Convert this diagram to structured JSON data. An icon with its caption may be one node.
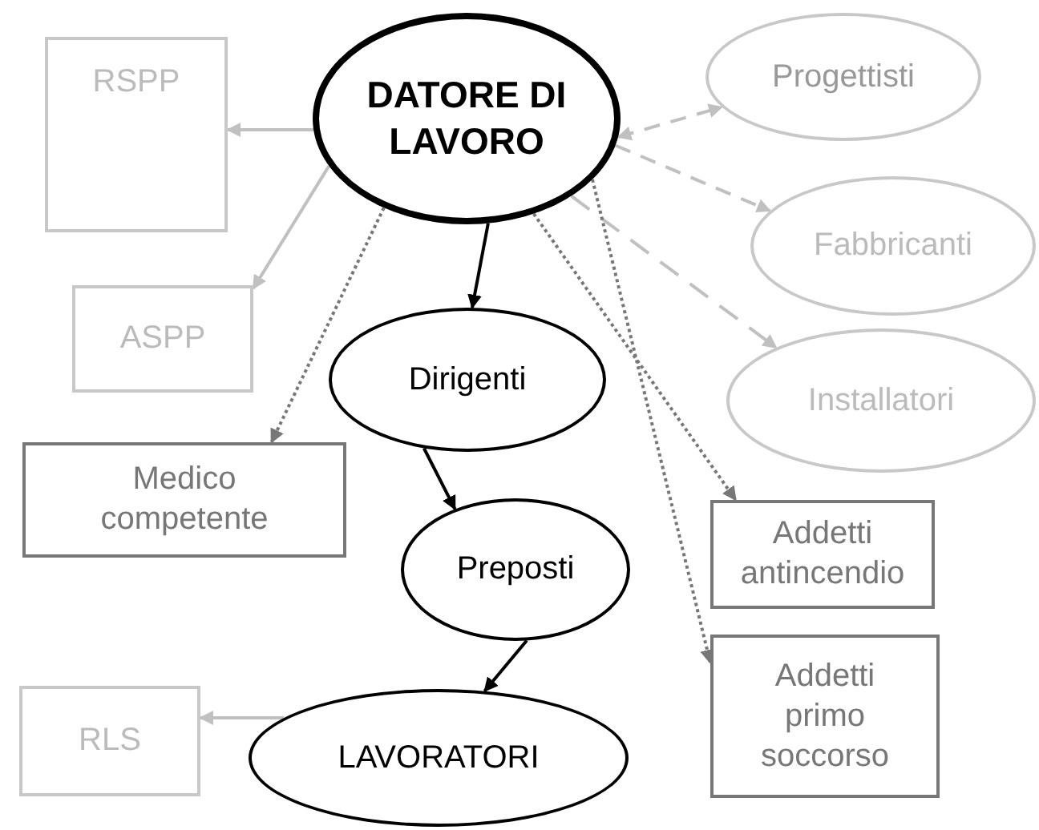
{
  "diagram": {
    "nodes": [
      {
        "text": [
          "DATORE DI LAVORO"
        ]
      },
      {
        "text": [
          "RSPP"
        ]
      },
      {
        "text": [
          "ASPP"
        ]
      },
      {
        "text": [
          "Progettisti"
        ]
      },
      {
        "text": [
          "Fabbricanti"
        ]
      },
      {
        "text": [
          "Installatori"
        ]
      },
      {
        "text": [
          "Dirigenti"
        ]
      },
      {
        "text": [
          "Medico competente"
        ]
      },
      {
        "text": [
          "Preposti"
        ]
      },
      {
        "text": [
          "Addetti antincendio"
        ]
      },
      {
        "text": [
          "Addetti primo soccorso"
        ]
      },
      {
        "text": [
          "RLS"
        ]
      },
      {
        "text": [
          "LAVORATORI"
        ]
      }
    ],
    "edges": [
      {
        "from": 0,
        "to": 1,
        "arrow": "to"
      },
      {
        "from": 0,
        "to": 2,
        "arrow": "to"
      },
      {
        "from": 0,
        "to": 3,
        "arrow": "both",
        "style": "dashed"
      },
      {
        "from": 0,
        "to": 4,
        "arrow": "to",
        "style": "dashed"
      },
      {
        "from": 0,
        "to": 5,
        "arrow": "to",
        "style": "dashed"
      },
      {
        "from": 0,
        "to": 6,
        "arrow": "to",
        "color": "#000000"
      },
      {
        "from": 0,
        "to": 7,
        "arrow": "to",
        "style": "dashed",
        "color": "#777777"
      },
      {
        "from": 0,
        "to": 9,
        "arrow": "to",
        "style": "dashed",
        "color": "#777777"
      },
      {
        "from": 0,
        "to": 10,
        "arrow": "to",
        "style": "dashed",
        "color": "#777777"
      },
      {
        "from": 6,
        "to": 8,
        "arrow": "to",
        "color": "#000000"
      },
      {
        "from": 8,
        "to": 12,
        "arrow": "to",
        "color": "#000000"
      },
      {
        "from": 12,
        "to": 11,
        "arrow": "to"
      }
    ]
  }
}
